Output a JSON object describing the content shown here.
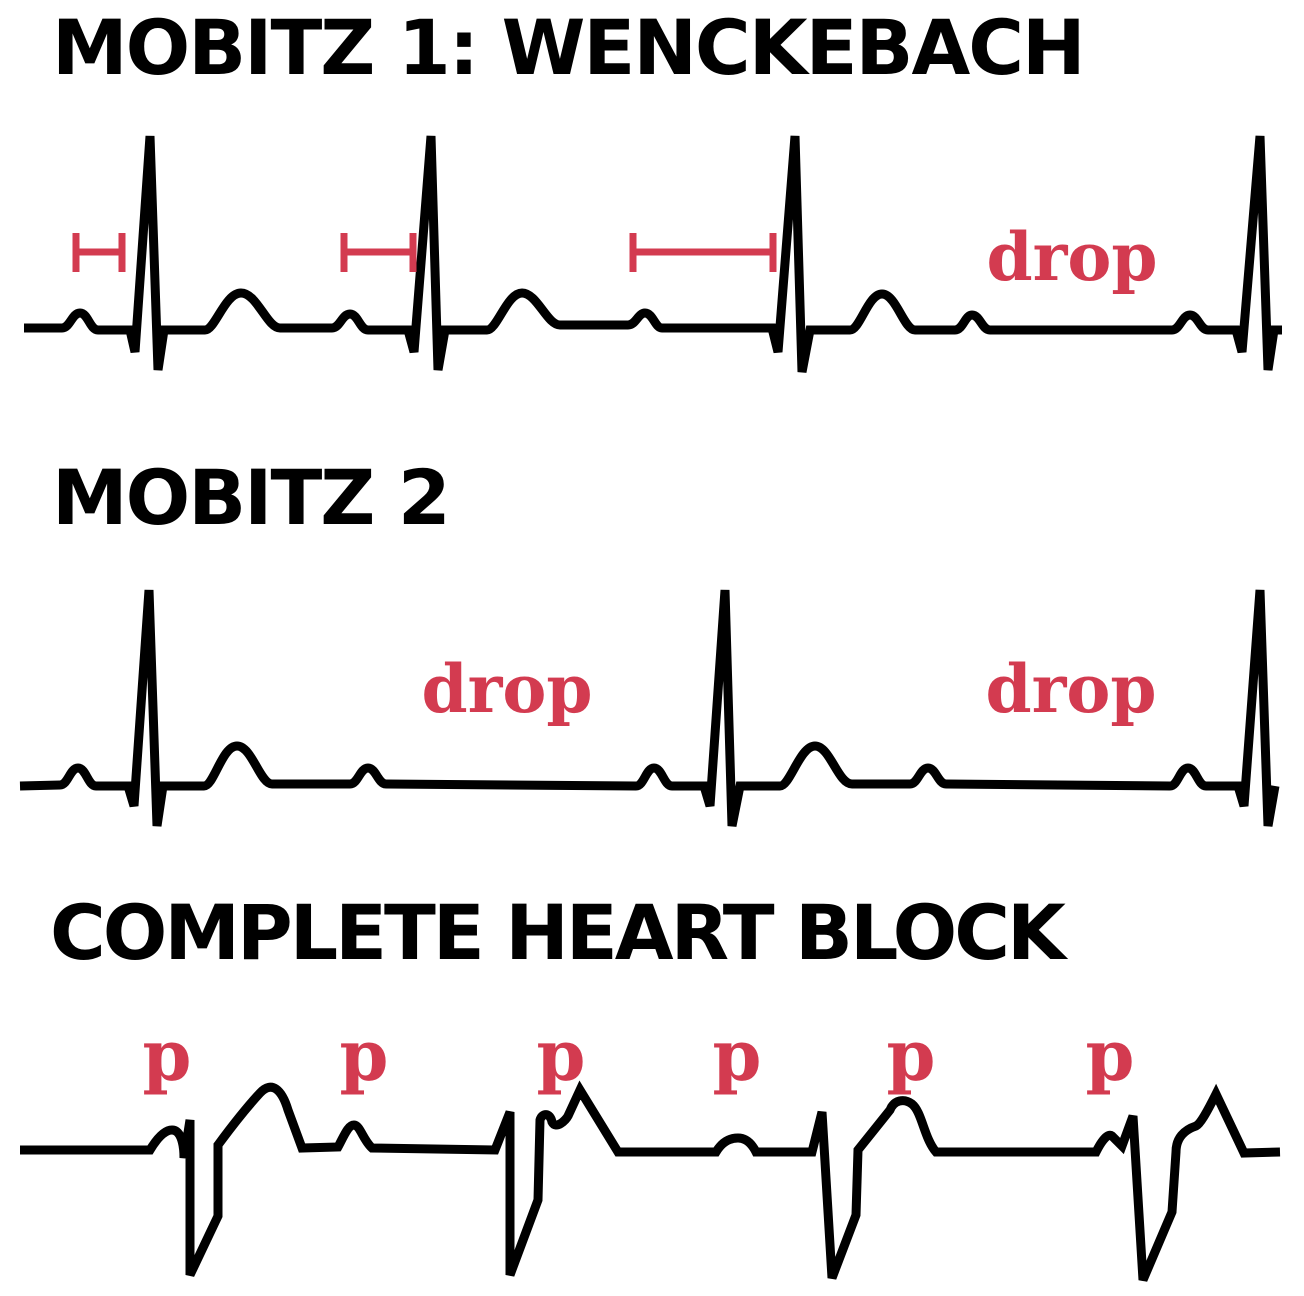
{
  "sections": {
    "mobitz1": {
      "title": "MOBITZ 1: WENCKEBACH",
      "annotation": "drop"
    },
    "mobitz2": {
      "title": "MOBITZ 2",
      "annotations": [
        "drop",
        "drop"
      ]
    },
    "complete_block": {
      "title": "COMPLETE HEART BLOCK",
      "p_labels": [
        "p",
        "p",
        "p",
        "p",
        "p",
        "p"
      ]
    }
  },
  "colors": {
    "trace": "#000000",
    "annotation": "#d33b50",
    "background": "#ffffff"
  }
}
